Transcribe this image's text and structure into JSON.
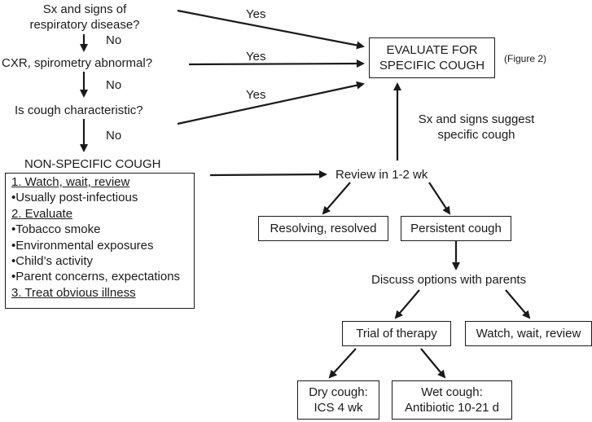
{
  "questions": {
    "q1": [
      "Sx and signs of",
      "respiratory disease?"
    ],
    "q2": "CXR, spirometry  abnormal?",
    "q3": "Is cough characteristic?"
  },
  "answers": {
    "no": "No",
    "yes": "Yes"
  },
  "evaluate": {
    "lines": [
      "EVALUATE FOR",
      "SPECIFIC COUGH"
    ],
    "figure_ref": "(Figure 2)"
  },
  "suggest": [
    "Sx and signs suggest",
    "specific cough"
  ],
  "non_specific": {
    "title": "NON-SPECIFIC COUGH",
    "items": [
      {
        "text": "1. Watch, wait, review",
        "heading": true
      },
      {
        "text": "•Usually post-infectious",
        "heading": false
      },
      {
        "text": "2. Evaluate",
        "heading": true
      },
      {
        "text": "•Tobacco smoke",
        "heading": false
      },
      {
        "text": "•Environmental exposures",
        "heading": false
      },
      {
        "text": "•Child’s activity",
        "heading": false
      },
      {
        "text": "•Parent concerns, expectations",
        "heading": false
      },
      {
        "text": "3. Treat obvious illness",
        "heading": true
      }
    ]
  },
  "review": "Review in 1-2 wk",
  "resolving": "Resolving, resolved",
  "persistent": "Persistent cough",
  "discuss": "Discuss options with parents",
  "trial": "Trial of therapy",
  "watch": "Watch, wait, review",
  "dry": [
    "Dry cough:",
    "ICS 4 wk"
  ],
  "wet": [
    "Wet cough:",
    "Antibiotic 10-21 d"
  ]
}
